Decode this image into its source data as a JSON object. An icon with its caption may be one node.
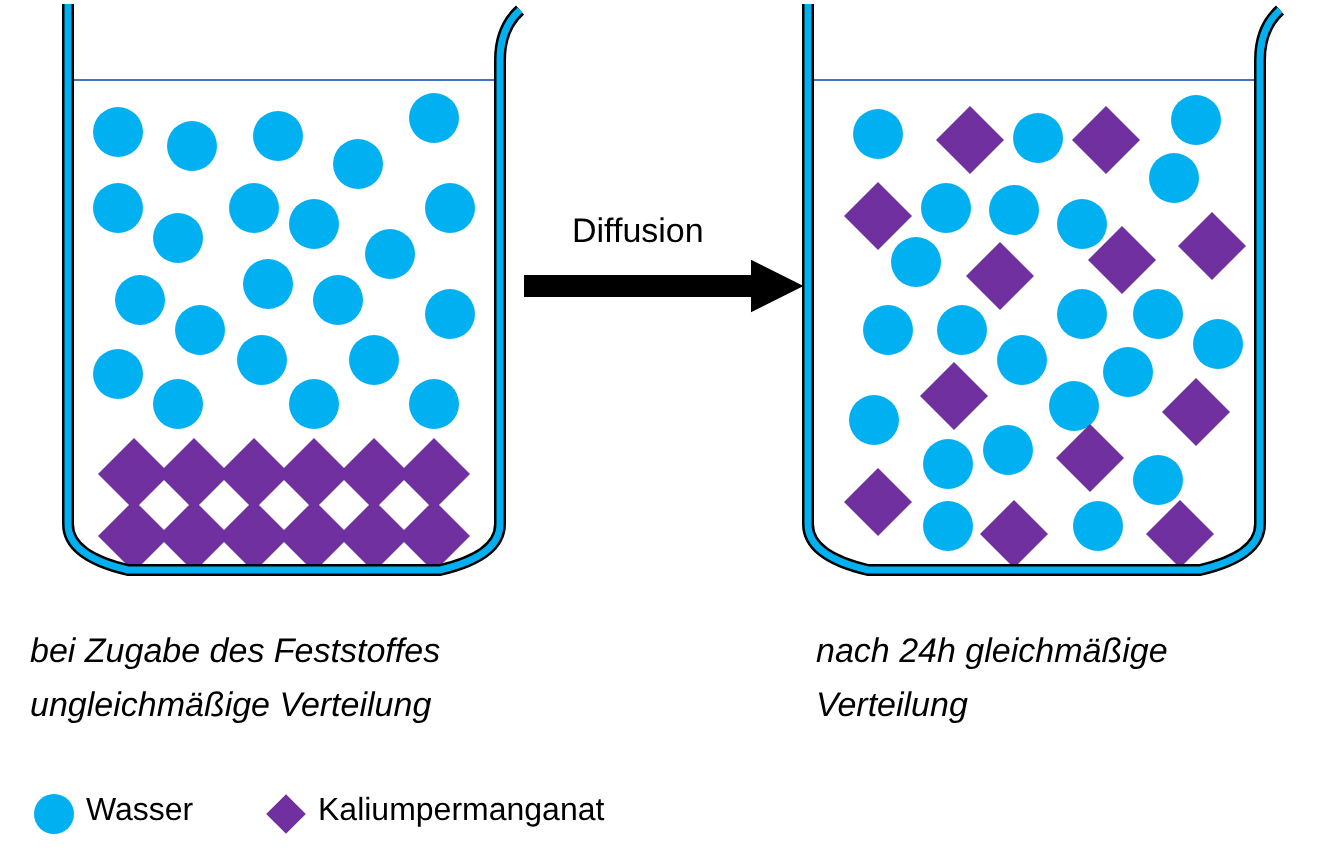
{
  "diagram": {
    "nodes": [
      {
        "text": [],
        "shape": "picture",
        "beside": [
          "bei Zugabe des Feststoffes ungleichmäßige Verteilung"
        ]
      },
      {
        "text": [],
        "shape": "picture",
        "beside": [
          "nach 24h gleichmäßige Verteilung"
        ]
      }
    ],
    "edges": [
      {
        "from": 0,
        "to": 1,
        "arrow": "to",
        "label": "Diffusion"
      }
    ],
    "legend": [
      {
        "text": "Wasser",
        "color": "#00b0f0"
      },
      {
        "text": "Kaliumpermanganat",
        "color": "#7030a0"
      }
    ]
  }
}
